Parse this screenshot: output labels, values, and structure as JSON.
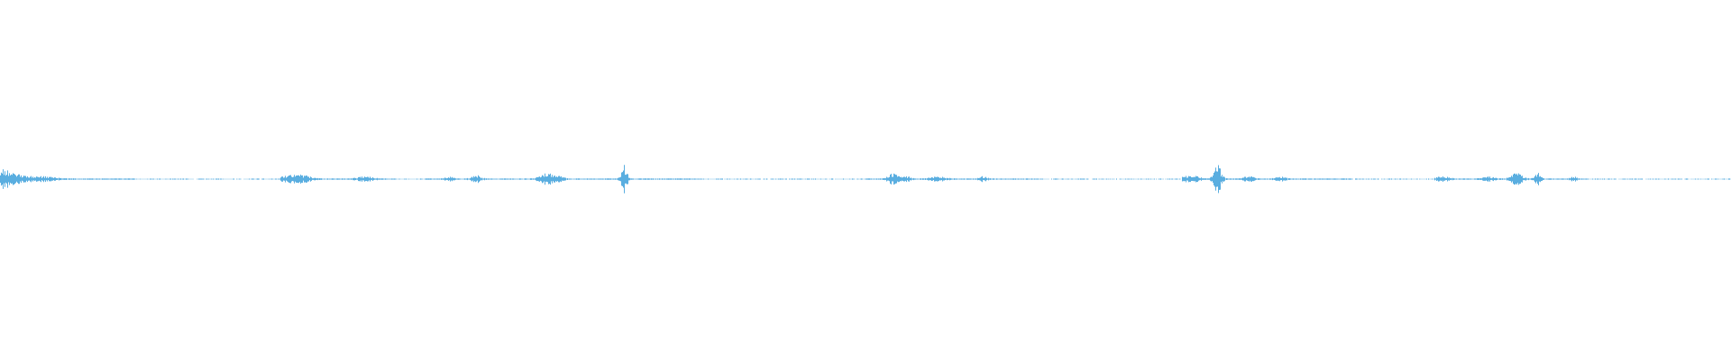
{
  "waveform": {
    "color": "#5aaee0",
    "background": "#ffffff",
    "style": "audio waveform, mostly near-silent with sparse transient peaks",
    "peak_positions_fraction_of_duration": [
      0.003,
      0.165,
      0.317,
      0.36,
      0.517,
      0.703,
      0.876
    ]
  }
}
